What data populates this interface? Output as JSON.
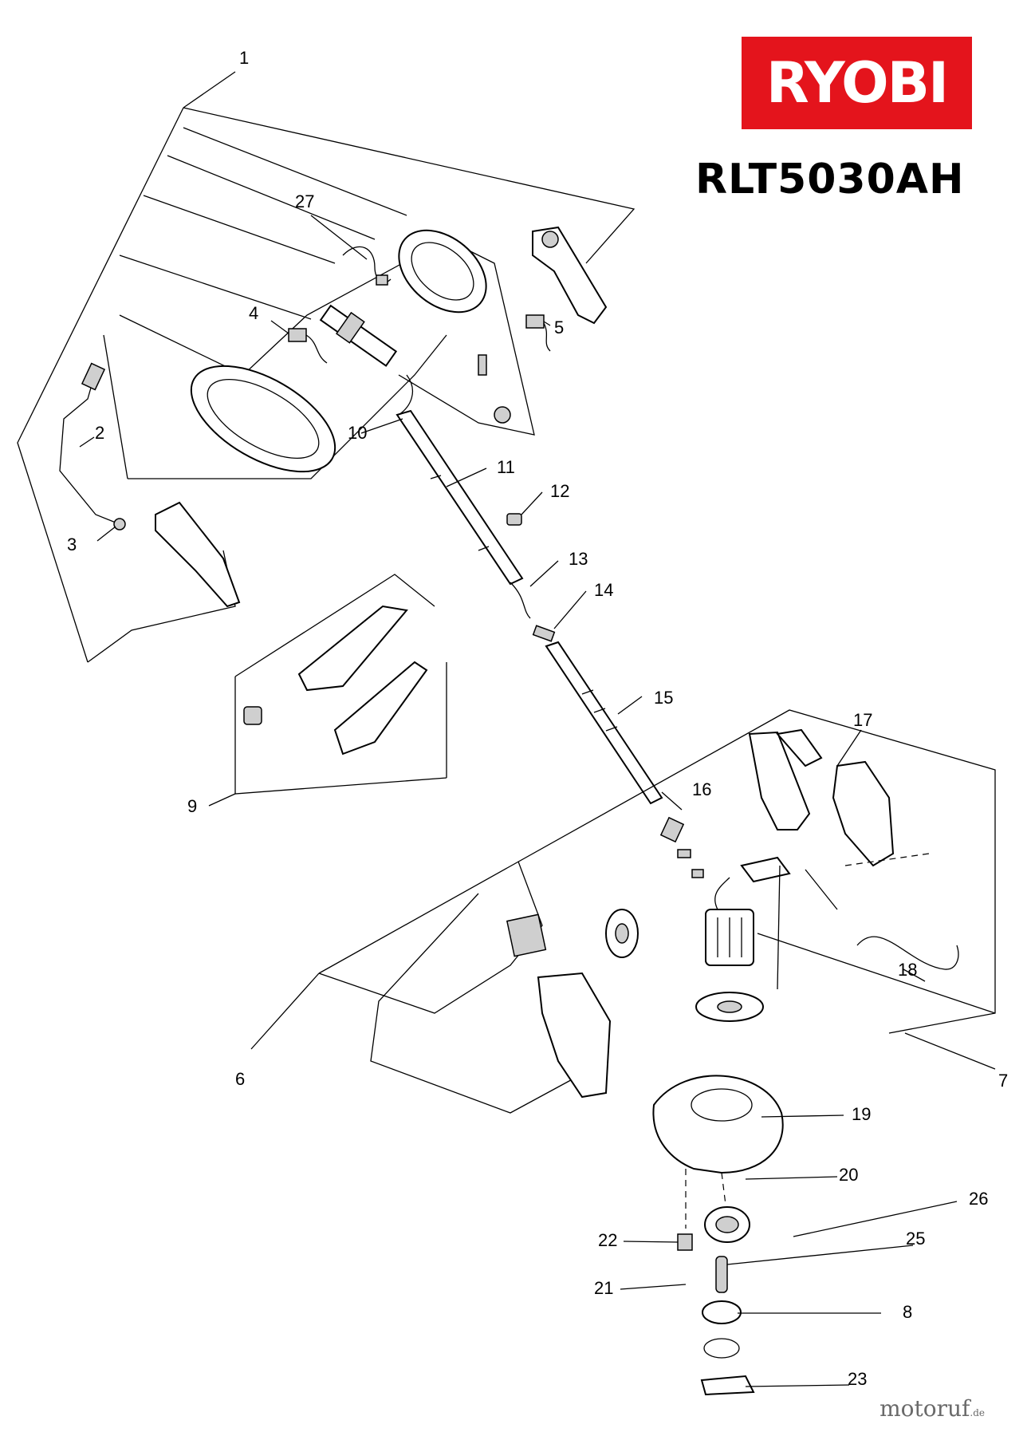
{
  "brand": {
    "logo_text": "RYOBI",
    "logo_color": "#e4141c"
  },
  "model": "RLT5030AH",
  "watermark": {
    "name": "motoruf",
    "tld": ".de"
  },
  "callouts": [
    "1",
    "2",
    "3",
    "4",
    "5",
    "6",
    "7",
    "8",
    "9",
    "10",
    "11",
    "12",
    "13",
    "14",
    "15",
    "16",
    "17",
    "18",
    "19",
    "20",
    "21",
    "22",
    "23",
    "25",
    "26",
    "27"
  ]
}
